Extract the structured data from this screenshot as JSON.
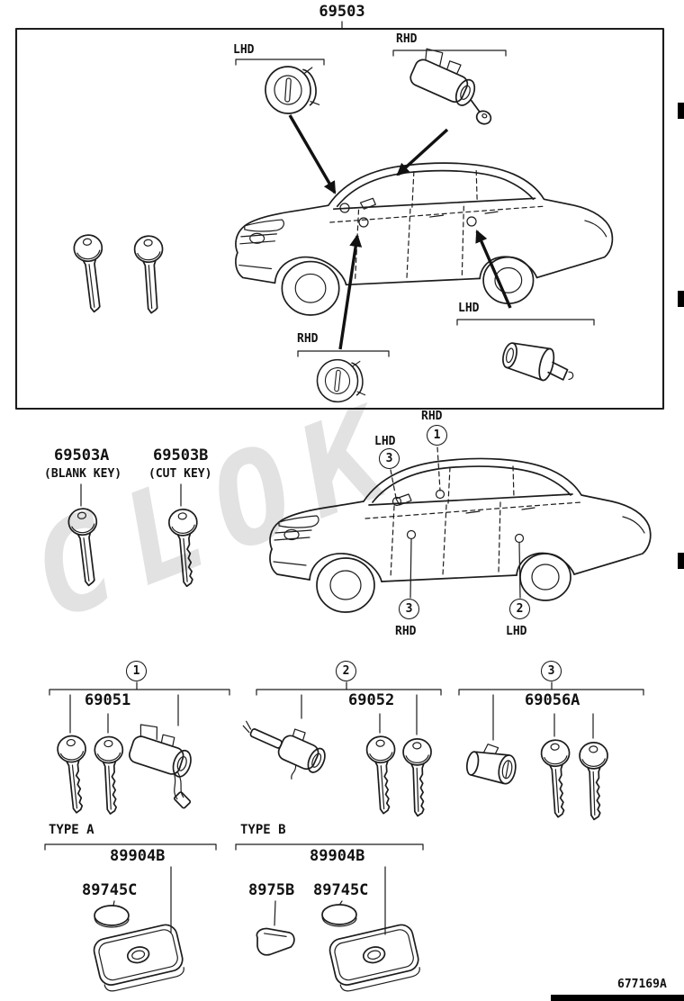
{
  "page": {
    "doc_number": "677169A",
    "watermark": "CLOK"
  },
  "top_box": {
    "part_no": "69503",
    "callout_lhd_ignition": "LHD",
    "callout_rhd_ignition": "RHD",
    "callout_rhd_lower": "RHD",
    "callout_lhd_door": "LHD"
  },
  "key_blanks": {
    "blank": {
      "part_no": "69503A",
      "caption": "(BLANK KEY)"
    },
    "cut": {
      "part_no": "69503B",
      "caption": "(CUT KEY)"
    }
  },
  "location_callouts": {
    "rhd_top_label": "RHD",
    "rhd_top_num": "1",
    "lhd_top_label": "LHD",
    "lhd_top_num": "3",
    "rhd_bottom_label": "RHD",
    "rhd_bottom_num": "3",
    "lhd_bottom_label": "LHD",
    "lhd_bottom_num": "2"
  },
  "groups": [
    {
      "num": "1",
      "part_no": "69051"
    },
    {
      "num": "2",
      "part_no": "69052"
    },
    {
      "num": "3",
      "part_no": "69056A"
    }
  ],
  "transmitters": {
    "type_a": {
      "label": "TYPE A",
      "assembly": "89904B",
      "battery": "89745C"
    },
    "type_b": {
      "label": "TYPE B",
      "assembly": "89904B",
      "cover": "8975B",
      "battery": "89745C"
    }
  }
}
